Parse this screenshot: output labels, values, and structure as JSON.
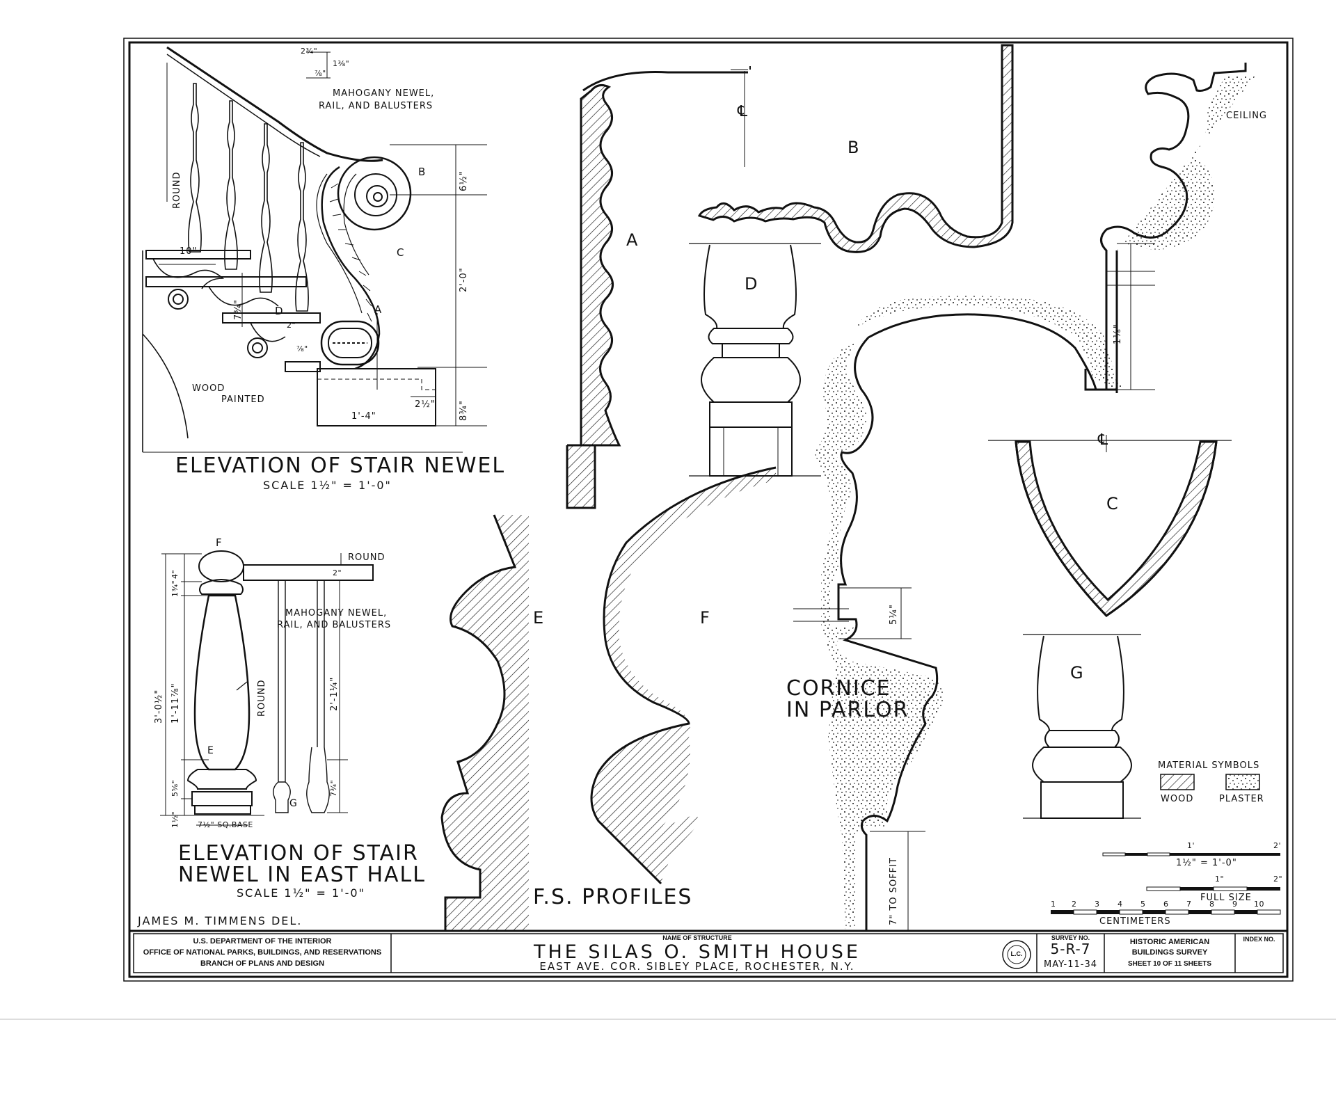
{
  "newel": {
    "material_note": [
      "MAHOGANY NEWEL,",
      "RAIL, AND BALUSTERS"
    ],
    "round": "ROUND",
    "wood_painted": [
      "WOOD",
      "PAINTED"
    ],
    "dims": {
      "d_10": "10\"",
      "d_7_3_4": "7¾\"",
      "d_6_1_2": "6½\"",
      "d_2_0": "2'-0\"",
      "d_8_3_4": "8¾\"",
      "d_2_1_2": "2½\"",
      "d_1_4": "1'-4\"",
      "d_2": "2\"",
      "d_7_8": "⅞\"",
      "top_a": "2¾\"",
      "top_b": "1⅜\"",
      "top_c": "⅞\""
    },
    "title": "ELEVATION OF STAIR NEWEL",
    "scale": "SCALE 1½\" = 1'-0\""
  },
  "east_hall": {
    "material_note": [
      "MAHOGANY NEWEL,",
      "RAIL, AND BALUSTERS"
    ],
    "round_right": "ROUND",
    "round_vertical": "ROUND",
    "dims": {
      "h_total": "3'-0½\"",
      "h_4": "4\"",
      "h_1_3_4": "1¾\"",
      "h_1_11_7_8": "1'-11⅞\"",
      "h_5_5_8": "5⅝\"",
      "h_1_1_2": "1½\"",
      "d_2": "2\"",
      "h_2_1_1_4": "2'-1¼\"",
      "h_7_3_4": "7¾\"",
      "base": "7½\" SQ.BASE"
    },
    "title": [
      "ELEVATION OF STAIR",
      "NEWEL IN EAST HALL"
    ],
    "scale": "SCALE 1½\" = 1'-0\""
  },
  "profiles": {
    "letters": [
      "A",
      "B",
      "C",
      "D",
      "E",
      "F",
      "G"
    ],
    "caption": "F.S. PROFILES",
    "centerline": "℄",
    "cornice_title": [
      "CORNICE",
      "IN PARLOR"
    ],
    "ceiling": "CEILING",
    "to_soffit": "7\" TO SOFFIT",
    "d_1_1_8": "1⅛\"",
    "d_5_1_4": "5¼\""
  },
  "legend": {
    "title": "MATERIAL SYMBOLS",
    "wood": "WOOD",
    "plaster": "PLASTER"
  },
  "scales": {
    "s1_a": "1'",
    "s1_b": "2'",
    "s1_label": "1½\" = 1'-0\"",
    "s2_a": "1\"",
    "s2_b": "2\"",
    "s2_label": "FULL SIZE",
    "cm_ticks": [
      "1",
      "2",
      "3",
      "4",
      "5",
      "6",
      "7",
      "8",
      "9",
      "10"
    ],
    "cm_label": "CENTIMETERS"
  },
  "delineator": "JAMES M. TIMMENS  DEL.",
  "title_block": {
    "agency": [
      "U.S. DEPARTMENT OF THE INTERIOR",
      "OFFICE OF NATIONAL PARKS, BUILDINGS, AND RESERVATIONS",
      "BRANCH OF PLANS AND DESIGN"
    ],
    "name_label": "NAME OF STRUCTURE",
    "structure": "THE  SILAS  O.  SMITH  HOUSE",
    "address": "EAST  AVE. COR. SIBLEY PLACE, ROCHESTER, N.Y.",
    "seal": "L.C.",
    "survey_label": "SURVEY NO.",
    "survey_no": "5-R-7",
    "date": "MAY-11-34",
    "habs": [
      "HISTORIC AMERICAN",
      "BUILDINGS SURVEY"
    ],
    "sheet": "SHEET 10 OF 11 SHEETS",
    "index_label": "INDEX NO."
  }
}
